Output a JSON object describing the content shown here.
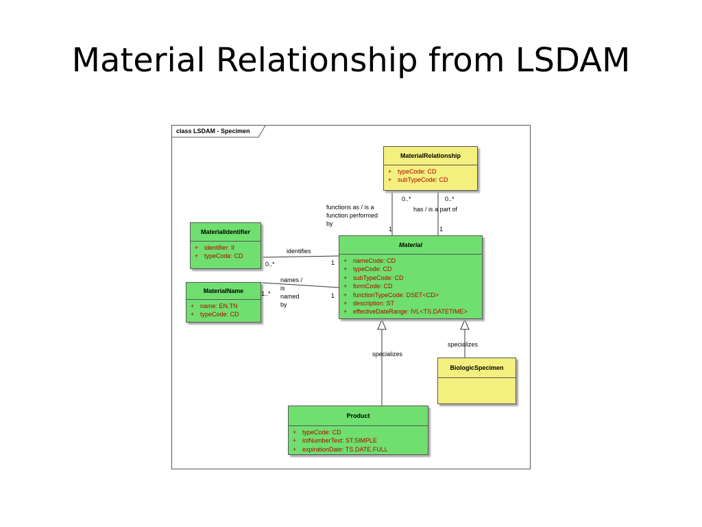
{
  "slide": {
    "title": "Material Relationship from LSDAM"
  },
  "diagram": {
    "frame_label": "class LSDAM - Specimen",
    "classes": {
      "material_relationship": {
        "name": "MaterialRelationship",
        "attributes": [
          {
            "vis": "+",
            "text": "typeCode:  CD"
          },
          {
            "vis": "+",
            "text": "subTypeCode:  CD"
          }
        ]
      },
      "material_identifier": {
        "name": "MaterialIdentifier",
        "attributes": [
          {
            "vis": "+",
            "text": "identifier:  II"
          },
          {
            "vis": "+",
            "text": "typeCode:  CD"
          }
        ]
      },
      "material_name": {
        "name": "MaterialName",
        "attributes": [
          {
            "vis": "+",
            "text": "name:  EN.TN"
          },
          {
            "vis": "+",
            "text": "typeCode:  CD"
          }
        ]
      },
      "material": {
        "name": "Material",
        "attributes": [
          {
            "vis": "+",
            "text": "nameCode:  CD"
          },
          {
            "vis": "+",
            "text": "typeCode:  CD"
          },
          {
            "vis": "+",
            "text": "subTypeCode:  CD"
          },
          {
            "vis": "+",
            "text": "formCode:  CD"
          },
          {
            "vis": "+",
            "text": "functionTypeCode:  DSET<CD>"
          },
          {
            "vis": "+",
            "text": "description:  ST"
          },
          {
            "vis": "+",
            "text": "effectiveDateRange:  IVL<TS.DATETIME>"
          }
        ]
      },
      "biologic_specimen": {
        "name": "BiologicSpecimen",
        "attributes": []
      },
      "product": {
        "name": "Product",
        "attributes": [
          {
            "vis": "+",
            "text": "typeCode:  CD"
          },
          {
            "vis": "+",
            "text": "lotNumberText:  ST.SIMPLE"
          },
          {
            "vis": "+",
            "text": "expirationDate:  TS.DATE.FULL"
          }
        ]
      }
    },
    "associations": {
      "functions_as": {
        "label_lines": [
          "functions as / is a",
          "function performed",
          "by"
        ],
        "mult_top": "0..*",
        "mult_bottom": "1"
      },
      "has_part": {
        "label": "has / is a part of",
        "mult_top": "0..*",
        "mult_bottom": "1"
      },
      "identifies": {
        "label": "identifies",
        "mult_left": "0..*",
        "mult_right": "1"
      },
      "names": {
        "label_lines": [
          "names /",
          "is",
          "named",
          "by"
        ],
        "mult_left": "1..*",
        "mult_right": "1"
      }
    },
    "generalizations": {
      "product": {
        "label": "specializes"
      },
      "biologic_specimen": {
        "label": "specializes"
      }
    }
  }
}
